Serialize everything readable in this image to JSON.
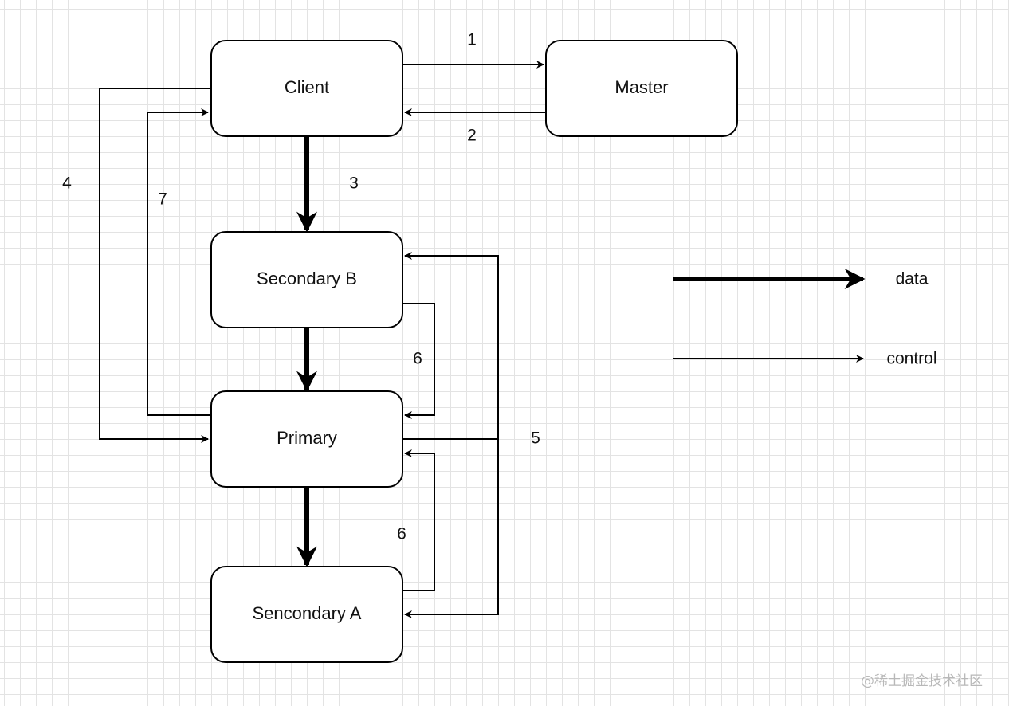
{
  "nodes": {
    "client": "Client",
    "master": "Master",
    "secondary_b": "Secondary B",
    "primary": "Primary",
    "secondary_a": "Sencondary A"
  },
  "steps": {
    "s1": "1",
    "s2": "2",
    "s3": "3",
    "s4": "4",
    "s5": "5",
    "s6_upper": "6",
    "s6_lower": "6",
    "s7": "7"
  },
  "legend": {
    "data": "data",
    "control": "control"
  },
  "watermark": "@稀土掘金技术社区"
}
